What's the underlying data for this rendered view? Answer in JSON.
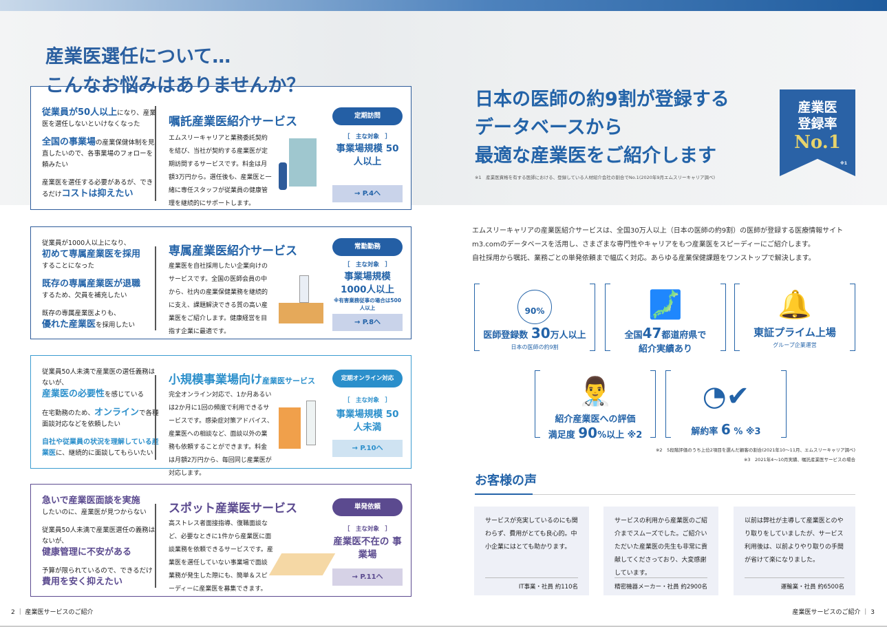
{
  "title": [
    "産業医選任について…",
    "こんなお悩みはありませんか？"
  ],
  "cards": [
    {
      "concerns": [
        {
          "em": "従業員が50人以上",
          "rest": "になり、産業医を選任しないといけなくなった"
        },
        {
          "em": "全国の事業場",
          "rest": "の産業保健体制を見直したいので、各事業場のフォローを頼みたい"
        },
        {
          "pre": "産業医を選任する必要があるが、できるだけ",
          "em": "コストは抑えたい"
        }
      ],
      "title": "嘱託産業医紹介サービス",
      "desc": "エムスリーキャリアと業務委託契約を結び、当社が契約する産業医が定期訪問するサービスです。料金は月額3万円から。選任後も、産業医と一緒に専任スタッフが従業員の健康管理を継続的にサポートします。",
      "pill": "定期訪問",
      "target_label": "［　主な対象　］",
      "target": "事業場規模 50人以上",
      "page": "→ P.4へ"
    },
    {
      "concerns": [
        {
          "pre": "従業員が1000人以上になり、",
          "em": "初めて専属産業医を採用",
          "rest": "することになった"
        },
        {
          "em": "既存の専属産業医が退職",
          "rest": "するため、欠員を補充したい"
        },
        {
          "pre": "既存の専属産業医よりも、",
          "em": "優れた産業医",
          "rest": "を採用したい"
        }
      ],
      "title": "専属産業医紹介サービス",
      "desc": "産業医を自社採用したい企業向けのサービスです。全国の医師会員の中から、社内の産業保健業務を継続的に支え、課題解決できる質の高い産業医をご紹介します。健康経営を目指す企業に最適です。",
      "pill": "常勤勤務",
      "target_label": "［　主な対象　］",
      "target": "事業場規模 1000人以上",
      "note": "※有害業務従事の場合は500人以上",
      "page": "→ P.8へ"
    },
    {
      "concerns": [
        {
          "pre": "従業員50人未満で産業医の選任義務はないが、",
          "em": "産業医の必要性",
          "rest": "を感じている"
        },
        {
          "pre": "在宅勤務のため、",
          "em": "オンライン",
          "rest": "で各種面談対応などを依頼したい"
        },
        {
          "em": "自社や従業員の状況を理解している産業医",
          "rest": "に、継続的に面談してもらいたい"
        }
      ],
      "title": "小規模事業場向け",
      "title_small": "産業医サービス",
      "desc": "完全オンライン対応で、1か月あるいは2か月に1回の頻度で利用できるサービスです。感染症対策アドバイス、産業医への相談など、面談以外の業務も依頼することができます。料金は月額2万円から、毎回同じ産業医が対応します。",
      "pill": "定期オンライン対応",
      "target_label": "［　主な対象　］",
      "target": "事業場規模 50人未満",
      "page": "→ P.10へ"
    },
    {
      "concerns": [
        {
          "em": "急いで産業医面談を実施",
          "rest": "したいのに、産業医が見つからない"
        },
        {
          "pre": "従業員50人未満で産業医選任の義務はないが、",
          "em": "健康管理に不安がある"
        },
        {
          "pre": "予算が限られているので、できるだけ",
          "em": "費用を安く抑えたい"
        }
      ],
      "title": "スポット産業医サービス",
      "desc": "高ストレス者面接指導、復職面談など、必要なときに1件から産業医に面談業務を依頼できるサービスです。産業医を選任していない事業場で面談業務が発生した際にも、簡単＆スピーディーに産業医を募集できます。",
      "pill": "単発依頼",
      "target_label": "［　主な対象　］",
      "target": "産業医不在の 事業場",
      "page": "→ P.11へ"
    }
  ],
  "headline": [
    "日本の医師の約9割が登録する",
    "データベースから",
    "最適な産業医をご紹介します"
  ],
  "footnote1": "※1　産業医資格を有する医師における、登録している人材紹介会社の割合でNo.1(2020年9月エムスリーキャリア調べ)",
  "badge": {
    "line1": "産業医",
    "line2": "登録率",
    "no1": "No.1",
    "mark": "※1"
  },
  "intro": [
    "エムスリーキャリアの産業医紹介サービスは、全国30万人以上（日本の医師の約9割）の医師が登録する医療情報サイト",
    "m3.comのデータベースを活用し、さまざまな専門性やキャリアをもつ産業医をスピーディーにご紹介します。",
    "自社採用から嘱託、業務ごとの単発依頼まで幅広く対応。あらゆる産業保健課題をワンストップで解決します。"
  ],
  "stats": [
    {
      "icon_label": "90%",
      "a": "医師登録数 ",
      "num": "30",
      "b": "万人以上",
      "sub": "日本の医師の約9割"
    },
    {
      "a": "全国",
      "num": "47",
      "b": "都道府県で",
      "line2": "紹介実績あり"
    },
    {
      "a": "東証プライム上場",
      "sub": "グループ企業運営"
    },
    {
      "a": "紹介産業医への評価",
      "line2a": "満足度 ",
      "num": "90",
      "b": "%以上 ※2"
    },
    {
      "a": "解約率 ",
      "num": "6",
      "b": " % ※3"
    }
  ],
  "footnote2": "※2　5段階評価のうち上位2項目を選んだ顧客の割合(2021年10～11月、エムスリーキャリア調べ)",
  "footnote3": "※3　2021年4～10月実績、嘱託産業医サービスの場合",
  "voice_heading": "お客様の声",
  "testimonials": [
    {
      "quote": "サービスが充実しているのにも関わらず、費用がとても良心的。中小企業にはとても助かります。",
      "who": "IT事業・社員 約110名"
    },
    {
      "quote": "サービスの利用から産業医のご紹介までスムーズでした。ご紹介いただいた産業医の先生も非常に貢献してくださっており、大変感謝しています。",
      "who": "精密機器メーカー・社員 約2900名"
    },
    {
      "quote": "以前は弊社が主導して産業医とのやり取りをしていましたが、サービス利用後は、以前よりやり取りの手間が省けて楽になりました。",
      "who": "運輸業・社員 約6500名"
    }
  ],
  "footer_left": "2 ｜ 産業医サービスのご紹介",
  "footer_right": "産業医サービスのご紹介 ｜ 3"
}
